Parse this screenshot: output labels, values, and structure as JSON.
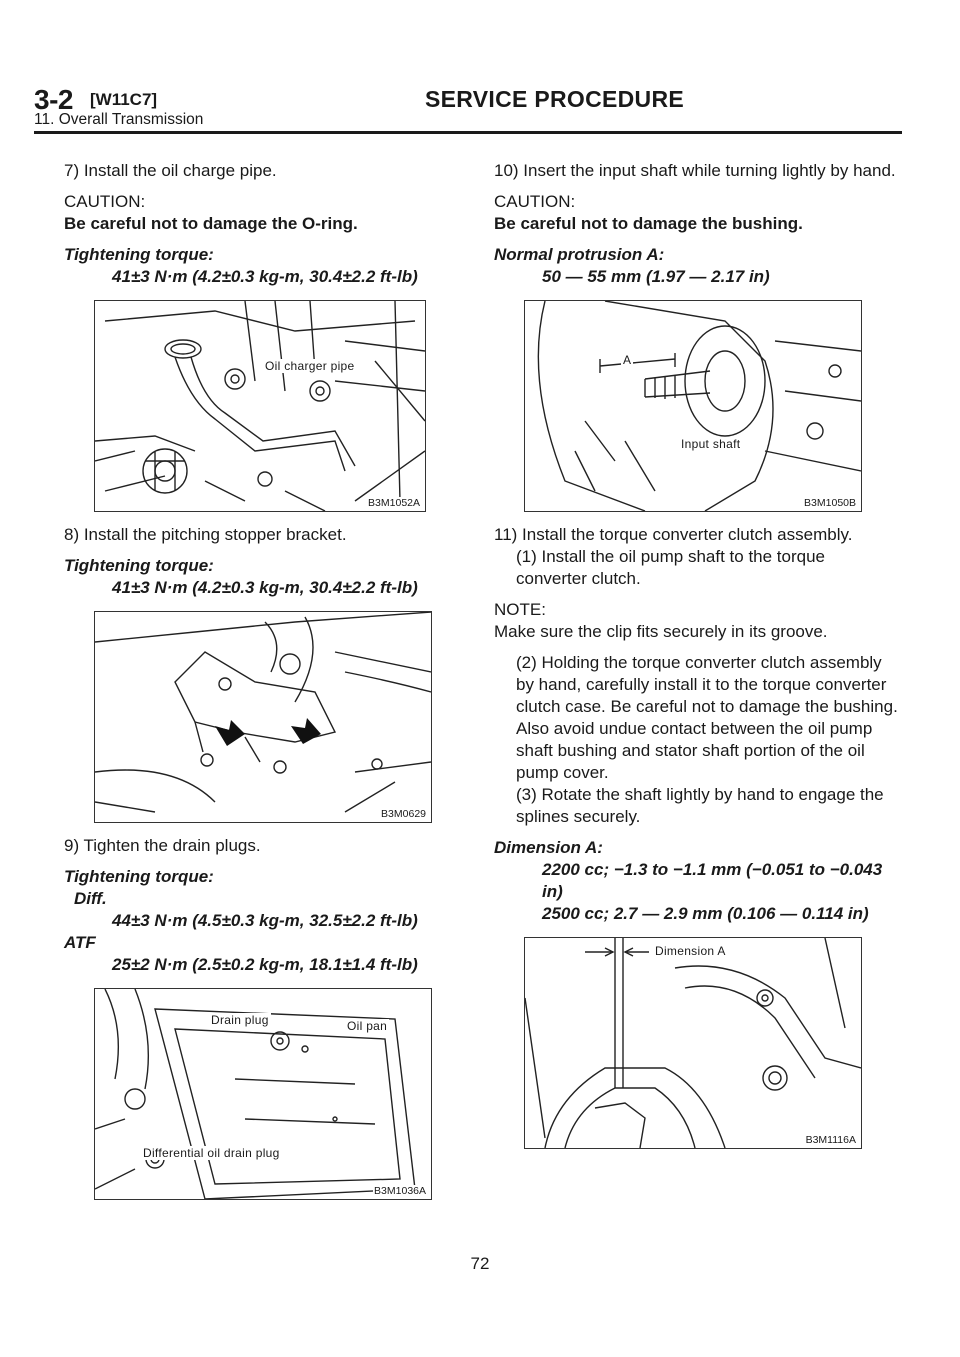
{
  "header": {
    "section_number": "3-2",
    "code": "[W11C7]",
    "title": "SERVICE PROCEDURE",
    "subtitle": "11. Overall Transmission"
  },
  "left": {
    "step7": "7) Install the oil charge pipe.",
    "caution_label": "CAUTION:",
    "caution_text": "Be careful not to damage the O-ring.",
    "torque_label1": "Tightening torque:",
    "torque_value1": "41±3 N·m (4.2±0.3 kg-m, 30.4±2.2 ft-lb)",
    "fig1_label": "Oil charger pipe",
    "fig1_code": "B3M1052A",
    "step8": "8) Install the pitching stopper bracket.",
    "torque_label2": "Tightening torque:",
    "torque_value2": "41±3 N·m (4.2±0.3 kg-m, 30.4±2.2 ft-lb)",
    "fig2_code": "B3M0629",
    "step9": "9) Tighten the drain plugs.",
    "torque_label3": "Tightening torque:",
    "diff_label": "Diff.",
    "diff_value": "44±3 N·m (4.5±0.3 kg-m, 32.5±2.2 ft-lb)",
    "atf_label": "ATF",
    "atf_value": "25±2 N·m (2.5±0.2 kg-m, 18.1±1.4 ft-lb)",
    "fig3_label_drain": "Drain plug",
    "fig3_label_oilpan": "Oil pan",
    "fig3_label_diff": "Differential oil drain plug",
    "fig3_code": "B3M1036A"
  },
  "right": {
    "step10": "10) Insert the input shaft while turning lightly by hand.",
    "caution_label": "CAUTION:",
    "caution_text": "Be careful not to damage the bushing.",
    "protrusion_label": "Normal protrusion A:",
    "protrusion_value": "50 — 55 mm (1.97 — 2.17 in)",
    "fig4_label_a": "A",
    "fig4_label_shaft": "Input shaft",
    "fig4_code": "B3M1050B",
    "step11": "11) Install the torque converter clutch assembly.",
    "step11_1": "(1) Install the oil pump shaft to the torque converter clutch.",
    "note_label": "NOTE:",
    "note_text": "Make sure the clip fits securely in its groove.",
    "step11_2": "(2) Holding the torque converter clutch assembly by hand, carefully install it to the torque converter clutch case. Be careful not to damage the bushing. Also avoid undue contact between the oil pump shaft bushing and stator shaft portion of the oil pump cover.",
    "step11_3": "(3) Rotate the shaft lightly by hand to engage the splines securely.",
    "dimension_label": "Dimension A:",
    "dimension_value1": "2200 cc; −1.3 to −1.1 mm (−0.051 to −0.043 in)",
    "dimension_value2": "2500 cc; 2.7 — 2.9 mm (0.106 — 0.114 in)",
    "fig5_label": "Dimension A",
    "fig5_code": "B3M1116A"
  },
  "footer": {
    "page_number": "72"
  }
}
